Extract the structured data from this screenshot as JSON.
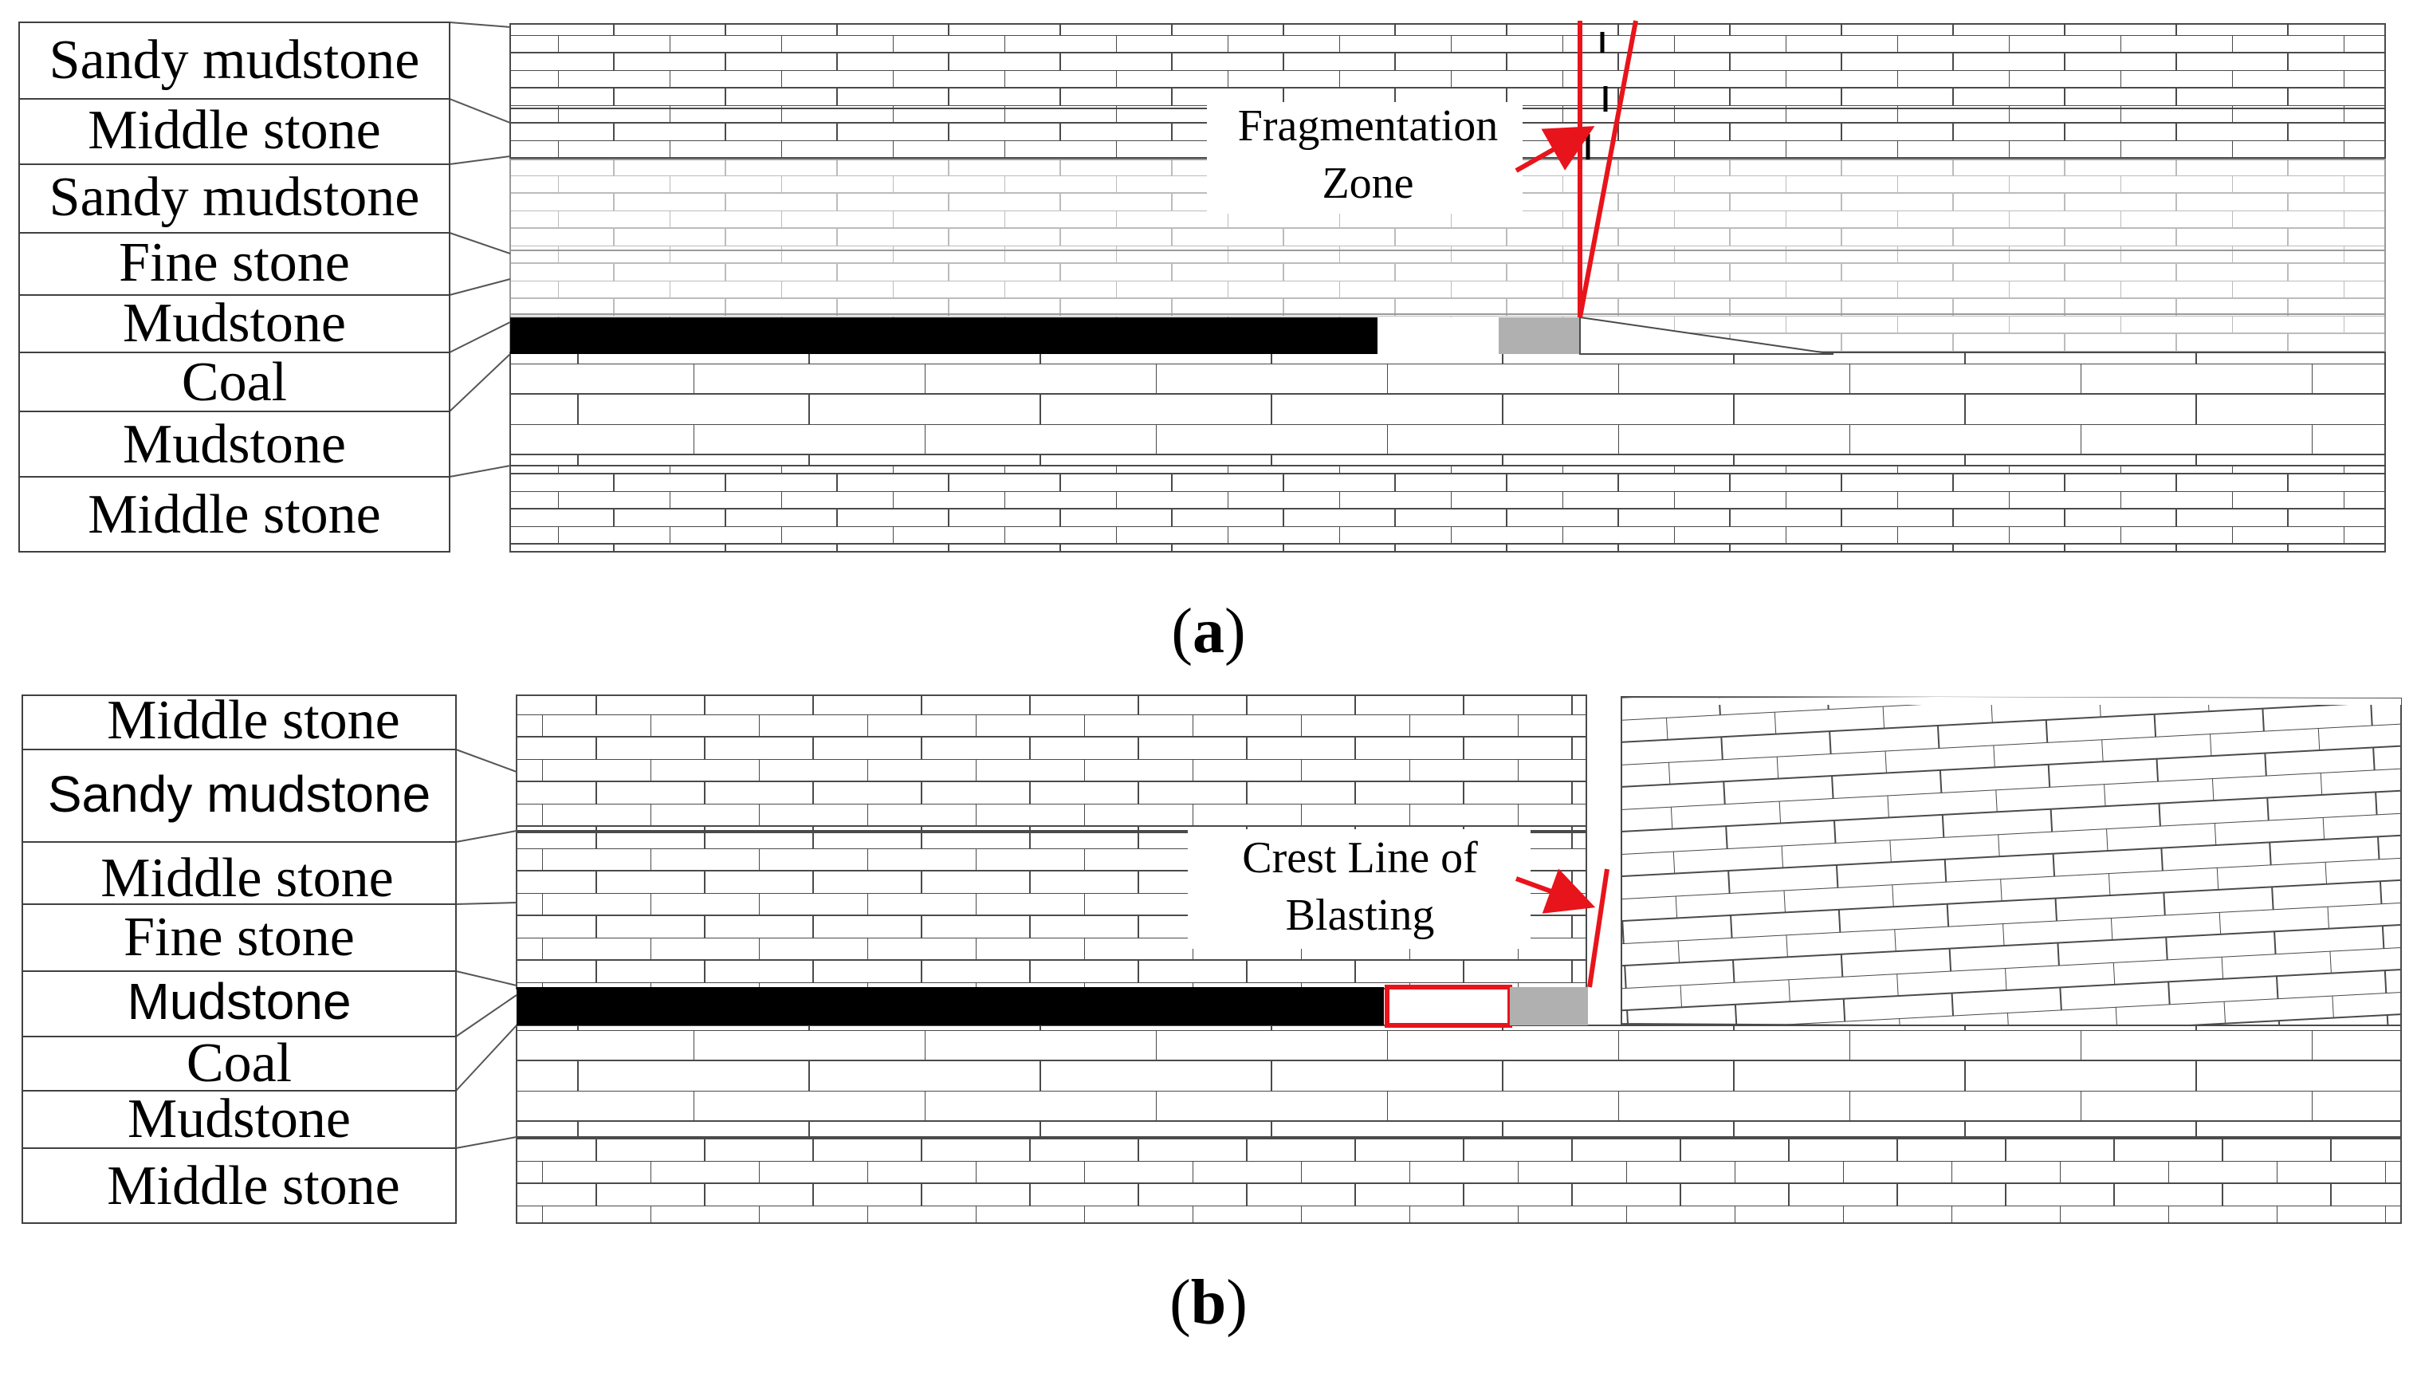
{
  "panel_a": {
    "caption_open": "(",
    "caption_letter": "a",
    "caption_close": ")",
    "layers": [
      {
        "name": "Sandy mudstone"
      },
      {
        "name": "Middle stone"
      },
      {
        "name": "Sandy mudstone"
      },
      {
        "name": "Fine stone"
      },
      {
        "name": "Mudstone"
      },
      {
        "name": "Coal"
      },
      {
        "name": "Mudstone"
      },
      {
        "name": "Middle stone"
      }
    ],
    "annotation_line1": "Fragmentation",
    "annotation_line2": "Zone"
  },
  "panel_b": {
    "caption_open": "(",
    "caption_letter": "b",
    "caption_close": ")",
    "layers": [
      {
        "name": "Middle stone"
      },
      {
        "name": "Sandy mudstone"
      },
      {
        "name": "Middle stone"
      },
      {
        "name": "Fine stone"
      },
      {
        "name": "Mudstone"
      },
      {
        "name": "Coal"
      },
      {
        "name": "Mudstone"
      },
      {
        "name": "Middle stone"
      }
    ],
    "annotation_line1": "Crest Line of",
    "annotation_line2": "Blasting"
  },
  "colors": {
    "coal_seam": "#000000",
    "support_zone": "#b0b0b0",
    "annotation": "#e8141b",
    "brick_dark": "#4a4a4a",
    "brick_light": "#b8b8b8"
  }
}
